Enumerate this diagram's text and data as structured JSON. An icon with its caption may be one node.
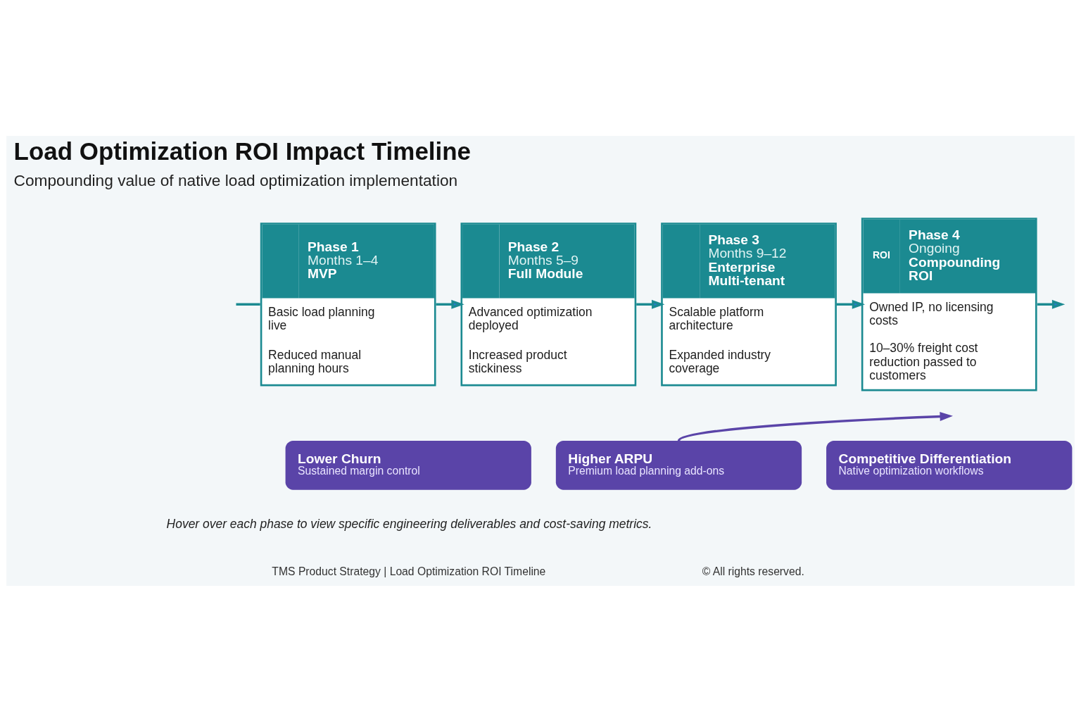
{
  "diagram": {
    "title": "Load Optimization ROI Impact Timeline",
    "nodes": [
      {
        "text": [
          "Phase 1",
          "Months 1–4",
          "MVP",
          "Basic load planning live",
          "Reduced manual planning hours"
        ]
      },
      {
        "text": [
          "Phase 2",
          "Months 5–9",
          "Full Module",
          "Advanced optimization deployed",
          "Increased product stickiness"
        ]
      },
      {
        "text": [
          "Phase 3",
          "Months 9–12",
          "Enterprise Multi-tenant",
          "Scalable platform architecture",
          "Expanded industry coverage"
        ]
      },
      {
        "text": [
          "ROI",
          "Phase 4",
          "Ongoing",
          "Compounding ROI",
          "Owned IP, no licensing costs",
          "10–30% freight cost reduction passed to customers"
        ]
      },
      {
        "text": [
          "Lower Churn",
          "Sustained margin control"
        ]
      },
      {
        "text": [
          "Higher ARPU",
          "Premium load planning add-ons"
        ]
      },
      {
        "text": [
          "Competitive Differentiation",
          "Native optimization workflows"
        ]
      }
    ],
    "edges": [
      {
        "from": null,
        "to": 0,
        "arrow": "none"
      },
      {
        "from": 0,
        "to": 1,
        "arrow": "to"
      },
      {
        "from": 1,
        "to": 2,
        "arrow": "to"
      },
      {
        "from": 2,
        "to": 3,
        "arrow": "to"
      },
      {
        "from": 3,
        "to": null,
        "arrow": "to"
      },
      {
        "from": 5,
        "to": null,
        "arrow": "to",
        "color": "#5a44a8"
      }
    ],
    "labels": [
      "Compounding value of native load optimization implementation",
      "Hover over each phase to view specific engineering deliverables and cost-saving metrics.",
      "TMS Product Strategy | Load Optimization ROI Timeline",
      "© All rights reserved."
    ]
  }
}
